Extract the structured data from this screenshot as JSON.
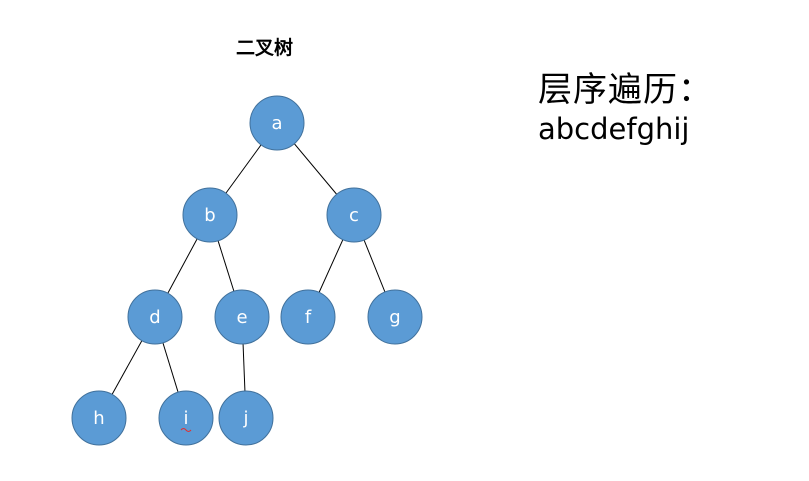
{
  "tree": {
    "title": "二叉树",
    "nodes": [
      {
        "id": "a",
        "label": "a"
      },
      {
        "id": "b",
        "label": "b"
      },
      {
        "id": "c",
        "label": "c"
      },
      {
        "id": "d",
        "label": "d"
      },
      {
        "id": "e",
        "label": "e"
      },
      {
        "id": "f",
        "label": "f"
      },
      {
        "id": "g",
        "label": "g"
      },
      {
        "id": "h",
        "label": "h"
      },
      {
        "id": "i",
        "label": "i"
      },
      {
        "id": "j",
        "label": "j"
      }
    ],
    "edges": [
      [
        "a",
        "b"
      ],
      [
        "a",
        "c"
      ],
      [
        "b",
        "d"
      ],
      [
        "b",
        "e"
      ],
      [
        "c",
        "f"
      ],
      [
        "c",
        "g"
      ],
      [
        "d",
        "h"
      ],
      [
        "d",
        "i"
      ],
      [
        "e",
        "j"
      ]
    ],
    "node_color": "#5b9bd5",
    "node_border_color": "#41719c"
  },
  "traversal": {
    "heading": "层序遍历：",
    "sequence": "abcdefghij"
  }
}
